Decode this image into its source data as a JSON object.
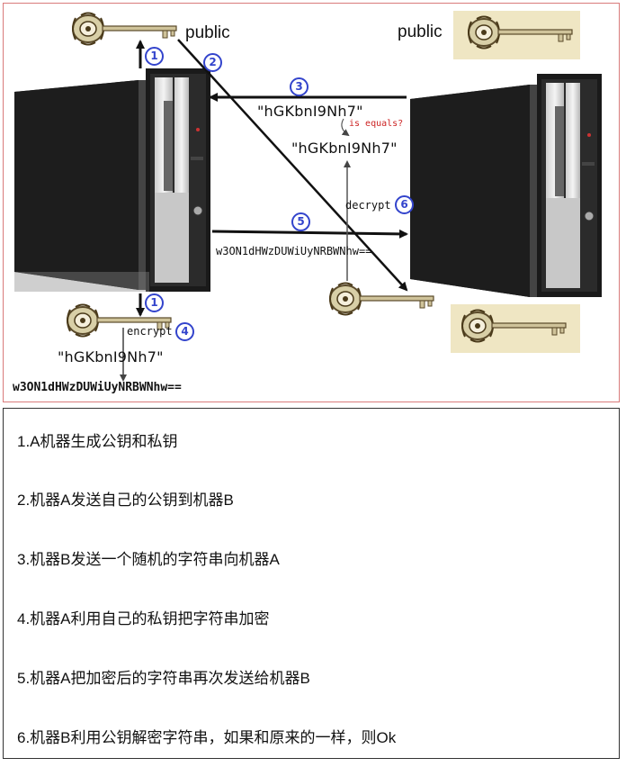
{
  "diagram": {
    "public_left": "public",
    "public_right": "public",
    "string_sent": "\"hGKbnI9Nh7\"",
    "string_decrypted": "\"hGKbnI9Nh7\"",
    "string_a": "\"hGKbnI9Nh7\"",
    "is_equals": "is equals?",
    "decrypt_label": "decrypt",
    "encrypt_label": "encrypt",
    "cipher_sent": "w3ON1dHWzDUWiUyNRBWNhw==",
    "cipher_a": "w3ON1dHWzDUWiUyNRBWNhw==",
    "badges": [
      "1",
      "2",
      "3",
      "5",
      "6",
      "1",
      "4"
    ]
  },
  "steps": [
    "1.A机器生成公钥和私钥",
    "2.机器A发送自己的公钥到机器B",
    "3.机器B发送一个随机的字符串向机器A",
    "4.机器A利用自己的私钥把字符串加密",
    "5.机器A把加密后的字符串再次发送给机器B",
    "6.机器B利用公钥解密字符串，如果和原来的一样，则Ok"
  ],
  "colors": {
    "badge": "#3344cc",
    "border_top": "#d97b7b",
    "red_text": "#cc2222",
    "key_bg": "#efe6c3"
  }
}
